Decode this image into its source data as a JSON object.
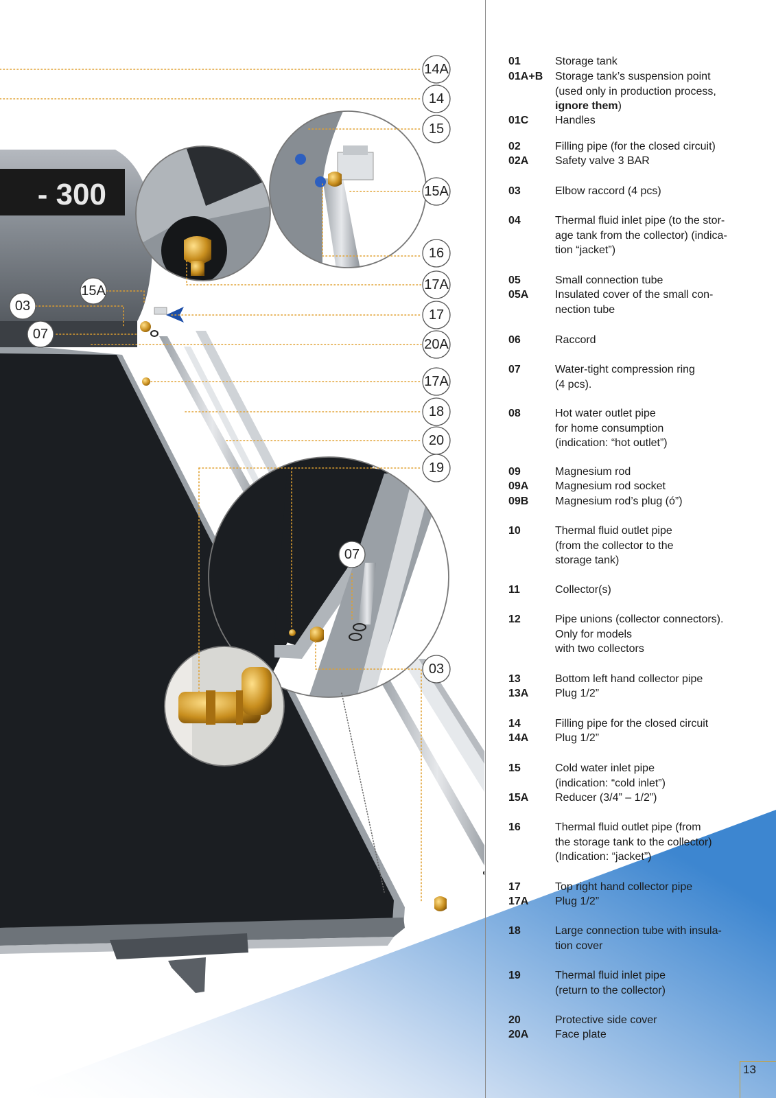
{
  "badge_text": "- 300",
  "callouts": [
    "14A",
    "14",
    "15",
    "15A",
    "16",
    "17A",
    "17",
    "20A",
    "17A",
    "18",
    "20",
    "19",
    "03",
    "15A",
    "03",
    "07",
    "07"
  ],
  "legend": [
    {
      "code": "01",
      "desc": "Storage tank"
    },
    {
      "code": "01A+B",
      "desc_parts": [
        "Storage tank’s suspension point",
        "(used only in production process,"
      ],
      "desc_bold": "ignore them",
      "desc_tail": ")"
    },
    {
      "code": "01C",
      "desc": "Handles"
    },
    {
      "code": "02",
      "desc": "Filling pipe (for the closed circuit)"
    },
    {
      "code": "02A",
      "desc": "Safety valve 3 BAR"
    },
    {
      "code": "03",
      "desc": "Elbow raccord (4 pcs)"
    },
    {
      "code": "04",
      "desc_lines": [
        "Thermal fluid inlet pipe (to the stor-",
        "age tank from the collector) (indica-",
        "tion “jacket”)"
      ]
    },
    {
      "code": "05",
      "desc": "Small connection tube"
    },
    {
      "code": "05A",
      "desc_lines": [
        "Insulated cover of the small con-",
        "nection tube"
      ]
    },
    {
      "code": "06",
      "desc": "Raccord"
    },
    {
      "code": "07",
      "desc_lines": [
        "Water-tight compression ring",
        "(4 pcs)."
      ]
    },
    {
      "code": "08",
      "desc_lines": [
        "Hot water outlet pipe",
        "for home consumption",
        "(indication: “hot outlet”)"
      ]
    },
    {
      "code": "09",
      "desc": "Magnesium rod"
    },
    {
      "code": "09A",
      "desc": "Magnesium rod socket"
    },
    {
      "code": "09B",
      "desc": "Magnesium rod’s plug (ó”)"
    },
    {
      "code": "10",
      "desc_lines": [
        "Thermal fluid outlet pipe",
        "(from the collector to the",
        "storage tank)"
      ]
    },
    {
      "code": "11",
      "desc": "Collector(s)"
    },
    {
      "code": "12",
      "desc_lines": [
        "Pipe unions (collector connectors).",
        "Only for models",
        "with two collectors"
      ]
    },
    {
      "code": "13",
      "desc": "Bottom left hand collector pipe"
    },
    {
      "code": "13A",
      "desc": "Plug 1/2”"
    },
    {
      "code": "14",
      "desc": "Filling pipe for the closed circuit"
    },
    {
      "code": "14A",
      "desc": "Plug 1/2”"
    },
    {
      "code": "15",
      "desc_lines": [
        "Cold water inlet pipe",
        "(indication: “cold inlet”)"
      ]
    },
    {
      "code": "15A",
      "desc": "Reducer (3/4” – 1/2”)"
    },
    {
      "code": "16",
      "desc_lines": [
        "Thermal fluid outlet pipe (from",
        "the storage tank to the collector)",
        "(Indication: “jacket”)"
      ]
    },
    {
      "code": "17",
      "desc": "Top right hand collector pipe"
    },
    {
      "code": "17A",
      "desc": "Plug 1/2”"
    },
    {
      "code": "18",
      "desc_lines": [
        "Large connection tube with insula-",
        "tion cover"
      ]
    },
    {
      "code": "19",
      "desc_lines": [
        "Thermal fluid inlet pipe",
        "(return to the collector)"
      ]
    },
    {
      "code": "20",
      "desc": "Protective side cover"
    },
    {
      "code": "20A",
      "desc": "Face plate"
    }
  ],
  "page_number": "13",
  "colors": {
    "accent_leader": "#e0a030",
    "gradient_blue": "#4a8fd4",
    "panel_black": "#1b1e22"
  }
}
